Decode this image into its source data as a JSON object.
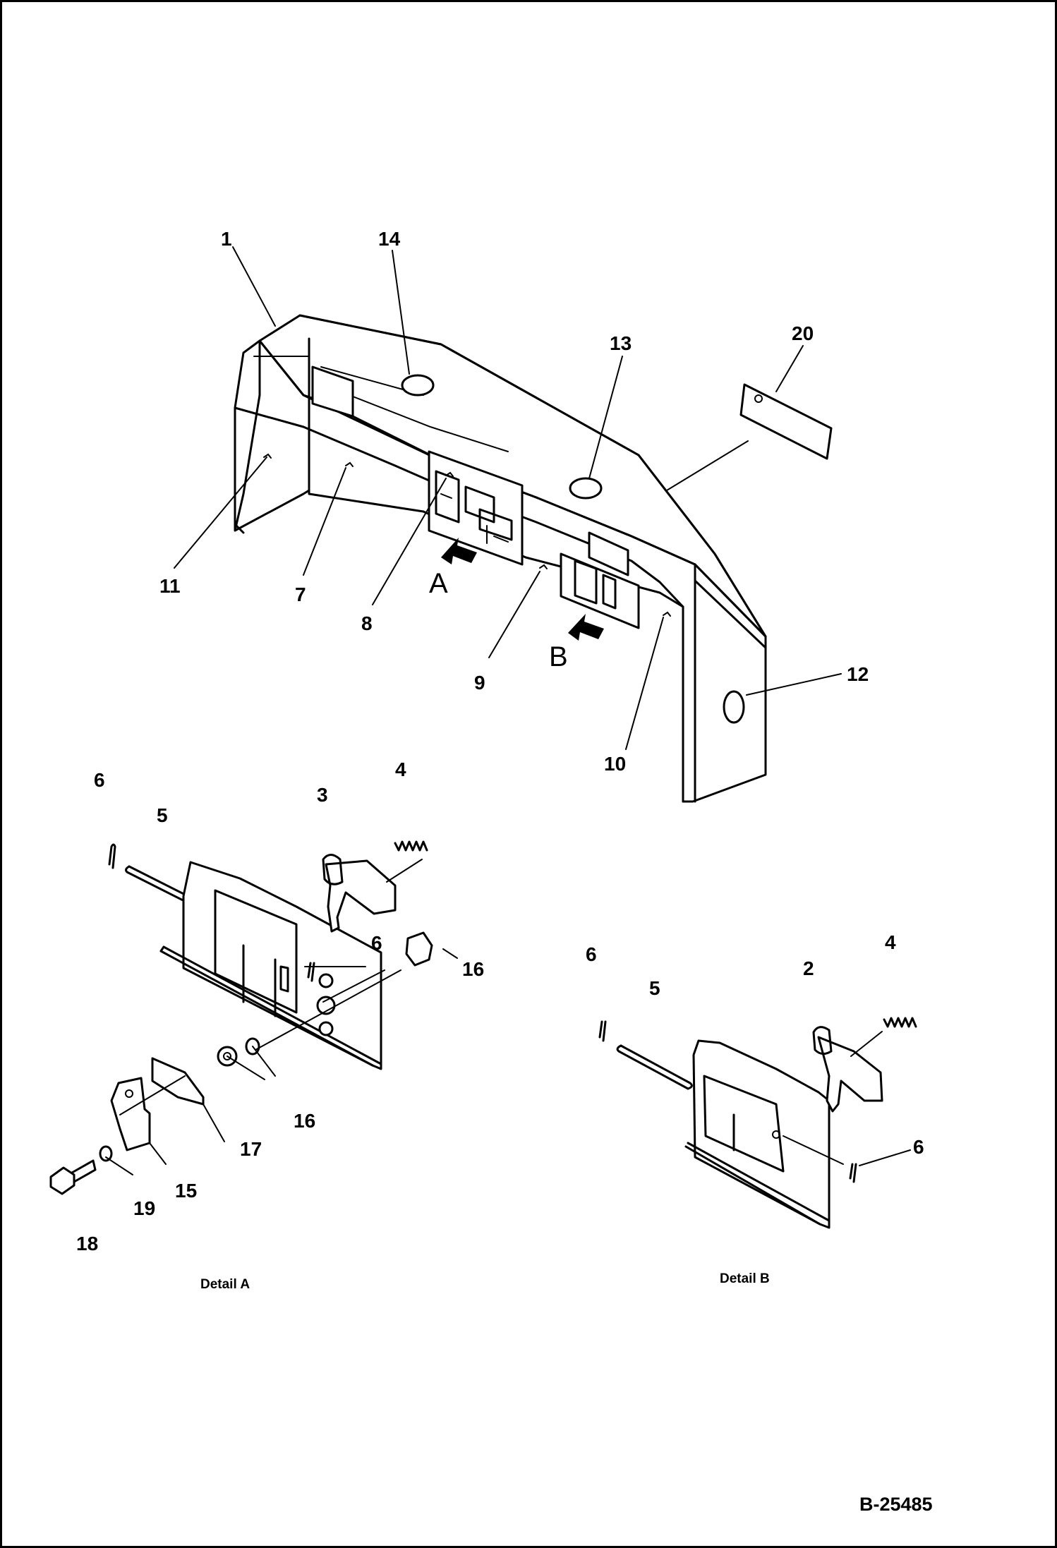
{
  "callouts": {
    "c1": "1",
    "c2": "2",
    "c3": "3",
    "c4a": "4",
    "c4b": "4",
    "c5a": "5",
    "c5b": "5",
    "c6a": "6",
    "c6b": "6",
    "c6c": "6",
    "c6d": "6",
    "c7": "7",
    "c8": "8",
    "c9": "9",
    "c10": "10",
    "c11": "11",
    "c12": "12",
    "c13": "13",
    "c14": "14",
    "c15": "15",
    "c16a": "16",
    "c16b": "16",
    "c17": "17",
    "c18": "18",
    "c19": "19",
    "c20": "20"
  },
  "view_arrows": {
    "a": "A",
    "b": "B"
  },
  "captions": {
    "detail_a": "Detail  A",
    "detail_b": "Detail  B"
  },
  "document_id": "B-25485"
}
